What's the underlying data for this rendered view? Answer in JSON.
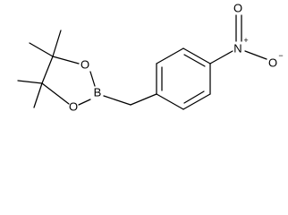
{
  "molecule": {
    "atoms": {
      "boron": "B",
      "ring_oxygen_top": "O",
      "ring_oxygen_bottom": "O",
      "nitro_nitrogen": "N",
      "nitro_oxygen_top": "O",
      "nitro_oxygen_right": "O",
      "nitrogen_charge": "+",
      "oxygen_charge": "−"
    },
    "colors": {
      "bond": "#000000",
      "label": "#000000",
      "background": "#ffffff"
    }
  }
}
